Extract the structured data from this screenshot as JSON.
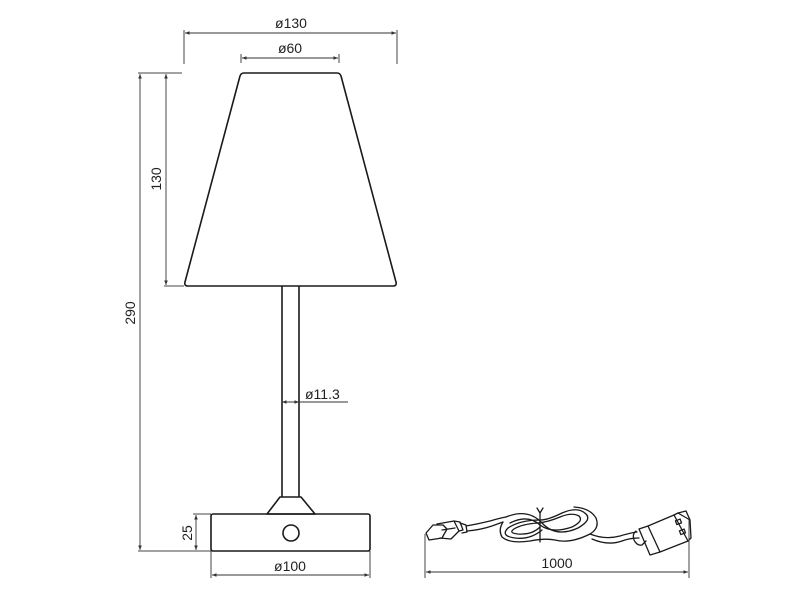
{
  "drawing": {
    "title": "Table lamp technical dimension drawing",
    "units": "mm"
  },
  "dimensions": {
    "shade_bottom_diameter": "ø130",
    "shade_top_diameter": "ø60",
    "shade_height": "130",
    "total_height": "290",
    "stem_diameter": "ø11.3",
    "base_height": "25",
    "base_diameter": "ø100",
    "cable_length": "1000"
  },
  "components": {
    "lamp": {
      "parts": [
        "shade",
        "stem",
        "stem-connector",
        "base",
        "touch-button"
      ]
    },
    "cable": {
      "connector_a": "USB-C",
      "connector_b": "USB-A",
      "tie": "cable-tie"
    }
  },
  "colors": {
    "line": "#1a1a1a",
    "dimension": "#333333",
    "background": "#ffffff"
  }
}
